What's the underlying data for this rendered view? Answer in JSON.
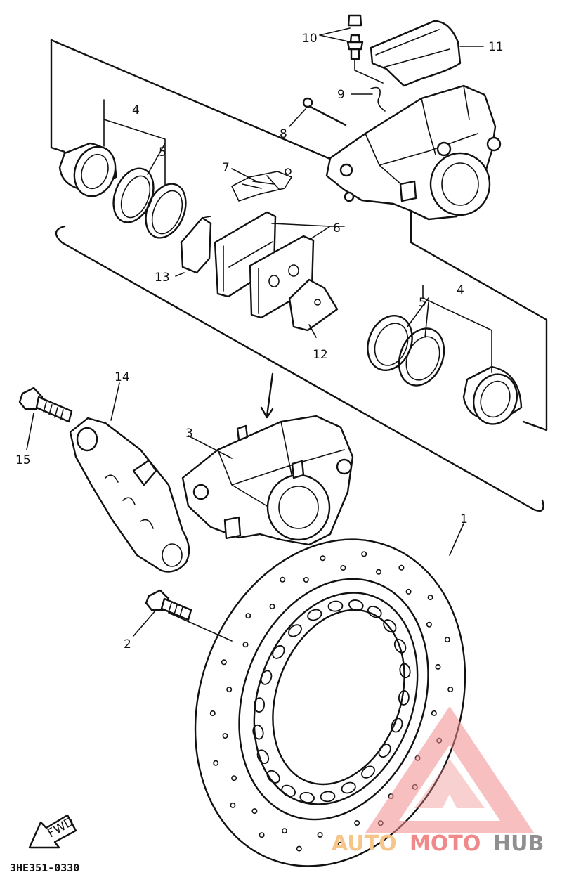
{
  "callouts": {
    "c1": "1",
    "c2": "2",
    "c3": "3",
    "c4a": "4",
    "c4b": "4",
    "c5a": "5",
    "c5b": "5",
    "c6": "6",
    "c7": "7",
    "c8": "8",
    "c9": "9",
    "c10": "10",
    "c11": "11",
    "c12": "12",
    "c13": "13",
    "c14": "14",
    "c15": "15"
  },
  "fwd_label": "FWD",
  "diagram_code": "3HE351-0330",
  "watermark": {
    "part1": "AUTO",
    "part2": "MOTO",
    "part3": "HUB",
    "colors": {
      "orange": "#f5c58a",
      "red": "#f08a8a",
      "gray": "#8f8f8f"
    }
  }
}
